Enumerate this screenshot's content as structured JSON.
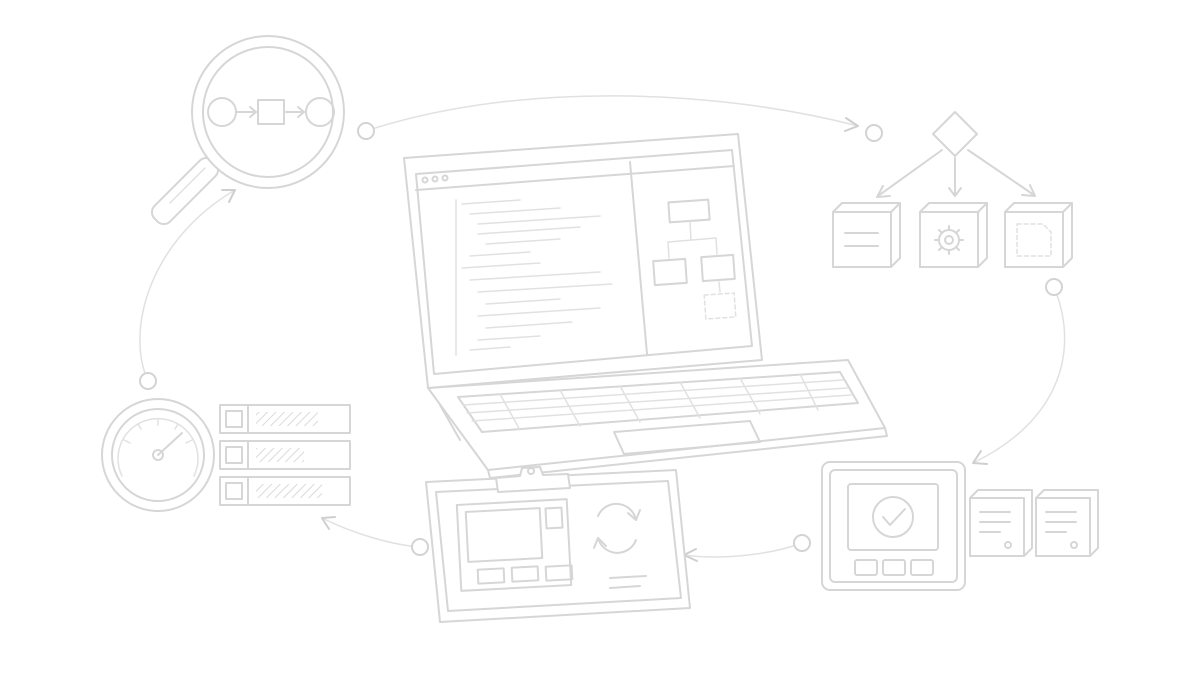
{
  "diagram": {
    "type": "process-cycle",
    "stages": [
      {
        "id": "analyze",
        "icon": "magnifier-flow-icon"
      },
      {
        "id": "decide-and-build",
        "icon": "decision-blocks-icon"
      },
      {
        "id": "validate",
        "icon": "check-screen-icon"
      },
      {
        "id": "review",
        "icon": "clipboard-dashboard-icon"
      },
      {
        "id": "monitor",
        "icon": "gauge-progress-icon"
      }
    ],
    "center": {
      "icon": "laptop-code-icon"
    },
    "palette": {
      "stroke": "#d6d6d6",
      "background": "#ffffff"
    }
  }
}
